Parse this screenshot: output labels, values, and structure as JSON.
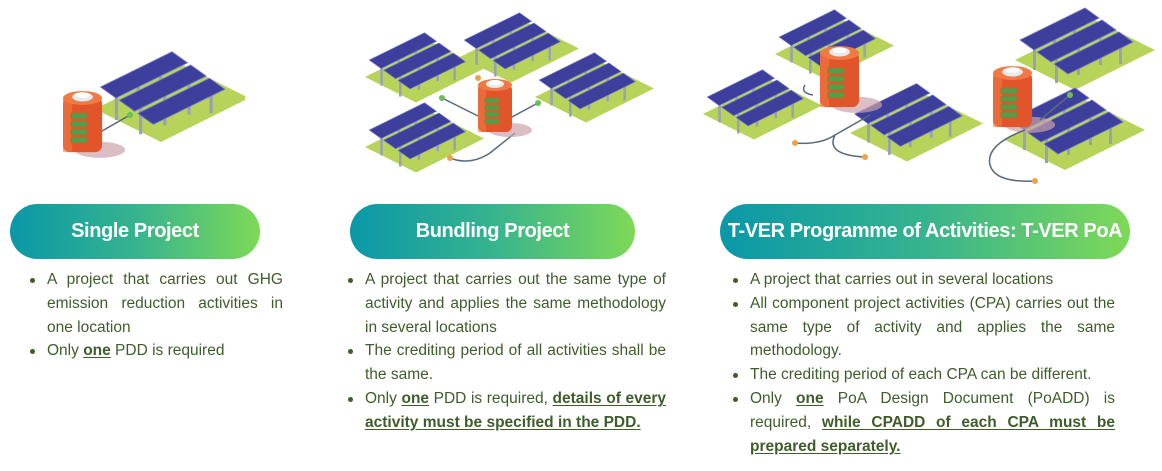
{
  "colors": {
    "pill_gradient_start": "#0a98a8",
    "pill_gradient_mid": "#36b38f",
    "pill_gradient_end": "#7ed957",
    "body_text": "#3e5d2a",
    "panel_blue": "#3e3f9c",
    "battery_orange": "#e2552a",
    "ground_green": "#b7d35a",
    "ground_grey": "#c9bfb5"
  },
  "columns": [
    {
      "title": "Single Project",
      "illustration": "single-solar-array-with-battery",
      "bullets": [
        {
          "parts": [
            {
              "text": "A project that carries out GHG emission reduction activities in one location",
              "emphasis": false
            }
          ]
        },
        {
          "parts": [
            {
              "text": "Only ",
              "emphasis": false
            },
            {
              "text": "one",
              "emphasis": true
            },
            {
              "text": " PDD is required",
              "emphasis": false
            }
          ]
        }
      ]
    },
    {
      "title": "Bundling Project",
      "illustration": "four-solar-arrays-sharing-one-battery",
      "bullets": [
        {
          "parts": [
            {
              "text": "A project that carries out the same type of activity and applies the same methodology in several locations",
              "emphasis": false
            }
          ]
        },
        {
          "parts": [
            {
              "text": "The crediting period of all activities shall be the same.",
              "emphasis": false
            }
          ]
        },
        {
          "parts": [
            {
              "text": "Only ",
              "emphasis": false
            },
            {
              "text": "one",
              "emphasis": true
            },
            {
              "text": " PDD is required, ",
              "emphasis": false
            },
            {
              "text": "details of every activity must be specified in the PDD.",
              "emphasis": true
            }
          ]
        }
      ]
    },
    {
      "title": "T-VER Programme of Activities: T-VER PoA",
      "illustration": "multiple-independent-solar-battery-units",
      "bullets": [
        {
          "parts": [
            {
              "text": "A project that carries out in several locations",
              "emphasis": false
            }
          ]
        },
        {
          "parts": [
            {
              "text": "All component project activities (CPA) carries out the same type of activity and applies the same methodology.",
              "emphasis": false
            }
          ]
        },
        {
          "parts": [
            {
              "text": "The crediting period of each CPA can be different.",
              "emphasis": false
            }
          ]
        },
        {
          "parts": [
            {
              "text": "Only ",
              "emphasis": false
            },
            {
              "text": "one",
              "emphasis": true
            },
            {
              "text": " PoA Design Document (PoADD) is required, ",
              "emphasis": false
            },
            {
              "text": "while CPADD of each CPA must be prepared separately.",
              "emphasis": true
            }
          ]
        }
      ]
    }
  ]
}
